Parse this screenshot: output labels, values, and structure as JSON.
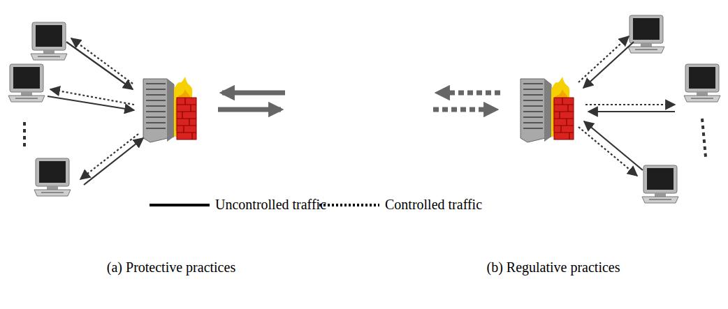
{
  "diagram": {
    "labels": [
      "(a) Protective practices",
      "(b) Regulative practices"
    ],
    "legend": [
      {
        "text": "Uncontrolled traffic"
      },
      {
        "text": "Controlled traffic"
      }
    ]
  }
}
